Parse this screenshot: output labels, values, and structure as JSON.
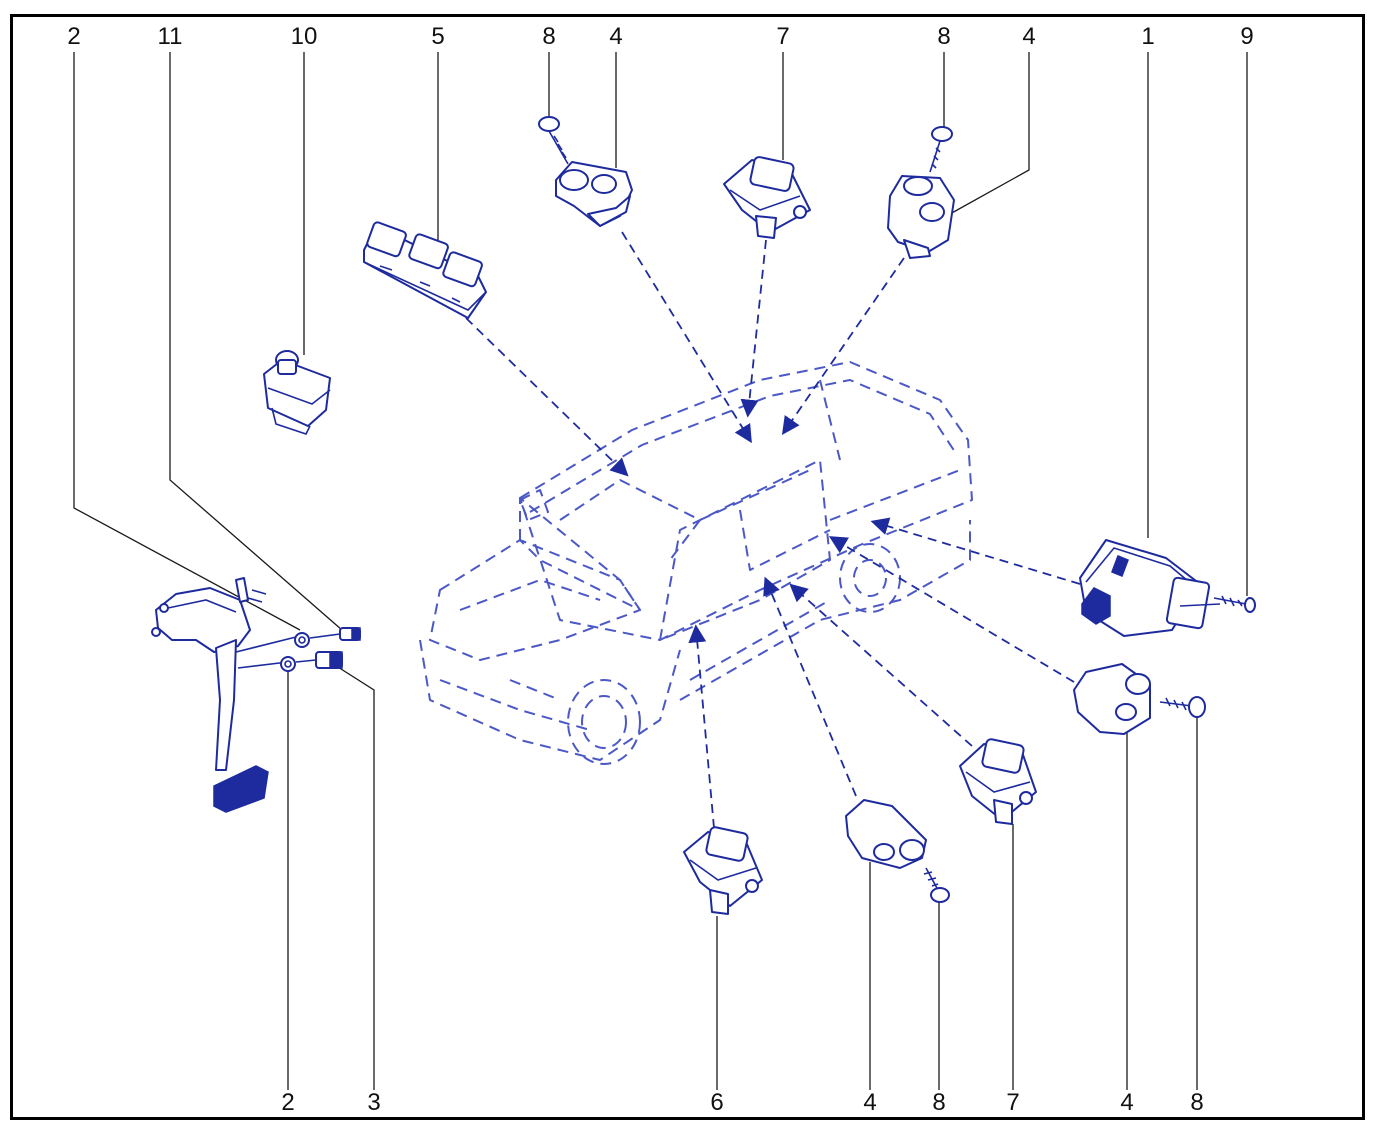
{
  "diagram": {
    "line_color": "#1e2b9e",
    "car_color": "#4b58c6",
    "frame_color": "#000000",
    "background": "#ffffff",
    "callouts_top": [
      "2",
      "11",
      "10",
      "5",
      "8",
      "4",
      "7",
      "8",
      "4",
      "1",
      "9"
    ],
    "callouts_bottom": [
      "2",
      "3",
      "6",
      "4",
      "8",
      "7",
      "4",
      "8"
    ],
    "parts": [
      {
        "id": "door-switch-block-5",
        "name": "driver door window switch block",
        "callout": "5"
      },
      {
        "id": "mirror-switch-10",
        "name": "mirror adjust switch",
        "callout": "10"
      },
      {
        "id": "switch-4-top-left",
        "callout": "4"
      },
      {
        "id": "switch-7-top",
        "callout": "7"
      },
      {
        "id": "switch-4-top-right",
        "callout": "4"
      },
      {
        "id": "module-1",
        "callout": "1"
      },
      {
        "id": "screw-9",
        "callout": "9"
      },
      {
        "id": "switch-4-right",
        "callout": "4"
      },
      {
        "id": "switch-7-bottom",
        "callout": "7"
      },
      {
        "id": "switch-4-bottom",
        "callout": "4"
      },
      {
        "id": "switch-6-bottom",
        "callout": "6"
      },
      {
        "id": "pedal-assembly",
        "callout": "2"
      },
      {
        "id": "stop-switch-3",
        "callout": "3"
      },
      {
        "id": "switch-11",
        "callout": "11"
      }
    ]
  }
}
